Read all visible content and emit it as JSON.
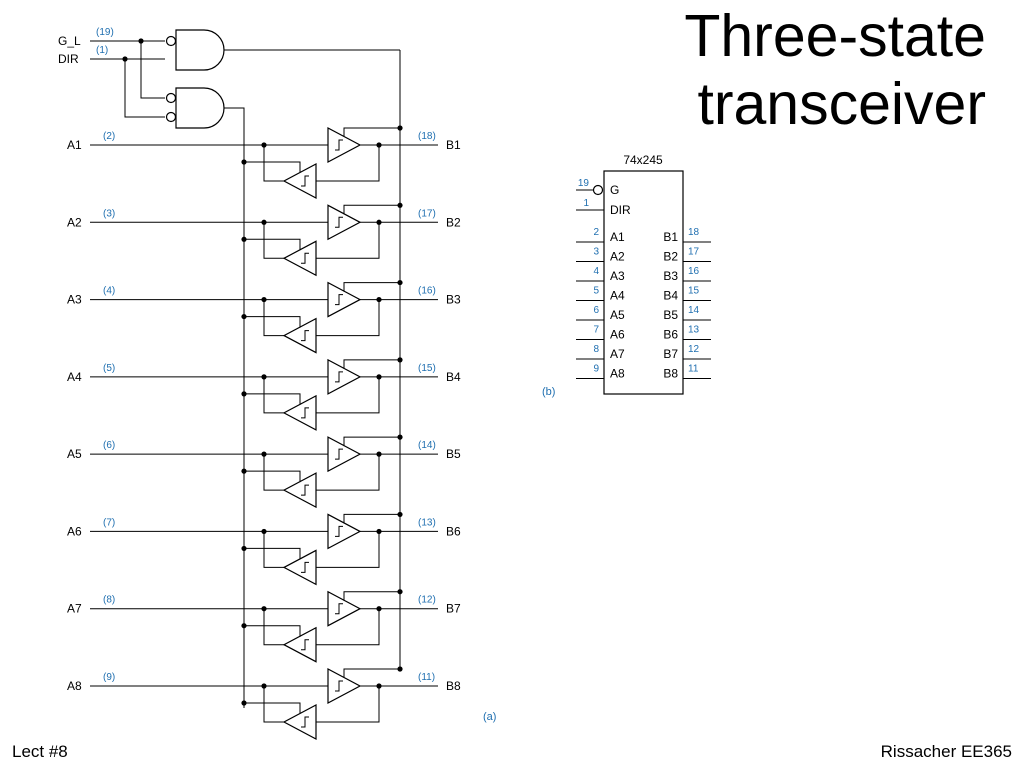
{
  "slide": {
    "title_line1": "Three-state",
    "title_line2": "transceiver",
    "footer_left": "Lect #8",
    "footer_right": "Rissacher EE365"
  },
  "schematic": {
    "caption": "(a)",
    "control_inputs": [
      {
        "label": "G_L",
        "pin": "(19)"
      },
      {
        "label": "DIR",
        "pin": "(1)"
      }
    ],
    "channels": [
      {
        "a_label": "A1",
        "a_pin": "(2)",
        "b_label": "B1",
        "b_pin": "(18)"
      },
      {
        "a_label": "A2",
        "a_pin": "(3)",
        "b_label": "B2",
        "b_pin": "(17)"
      },
      {
        "a_label": "A3",
        "a_pin": "(4)",
        "b_label": "B3",
        "b_pin": "(16)"
      },
      {
        "a_label": "A4",
        "a_pin": "(5)",
        "b_label": "B4",
        "b_pin": "(15)"
      },
      {
        "a_label": "A5",
        "a_pin": "(6)",
        "b_label": "B5",
        "b_pin": "(14)"
      },
      {
        "a_label": "A6",
        "a_pin": "(7)",
        "b_label": "B6",
        "b_pin": "(13)"
      },
      {
        "a_label": "A7",
        "a_pin": "(8)",
        "b_label": "B7",
        "b_pin": "(12)"
      },
      {
        "a_label": "A8",
        "a_pin": "(9)",
        "b_label": "B8",
        "b_pin": "(11)"
      }
    ]
  },
  "chip": {
    "name": "74x245",
    "caption": "(b)",
    "control_pins": [
      {
        "label": "G",
        "pin": "19"
      },
      {
        "label": "DIR",
        "pin": "1"
      }
    ],
    "a_pins": [
      {
        "label": "A1",
        "pin": "2"
      },
      {
        "label": "A2",
        "pin": "3"
      },
      {
        "label": "A3",
        "pin": "4"
      },
      {
        "label": "A4",
        "pin": "5"
      },
      {
        "label": "A5",
        "pin": "6"
      },
      {
        "label": "A6",
        "pin": "7"
      },
      {
        "label": "A7",
        "pin": "8"
      },
      {
        "label": "A8",
        "pin": "9"
      }
    ],
    "b_pins": [
      {
        "label": "B1",
        "pin": "18"
      },
      {
        "label": "B2",
        "pin": "17"
      },
      {
        "label": "B3",
        "pin": "16"
      },
      {
        "label": "B4",
        "pin": "15"
      },
      {
        "label": "B5",
        "pin": "14"
      },
      {
        "label": "B6",
        "pin": "13"
      },
      {
        "label": "B7",
        "pin": "12"
      },
      {
        "label": "B8",
        "pin": "11"
      }
    ]
  }
}
